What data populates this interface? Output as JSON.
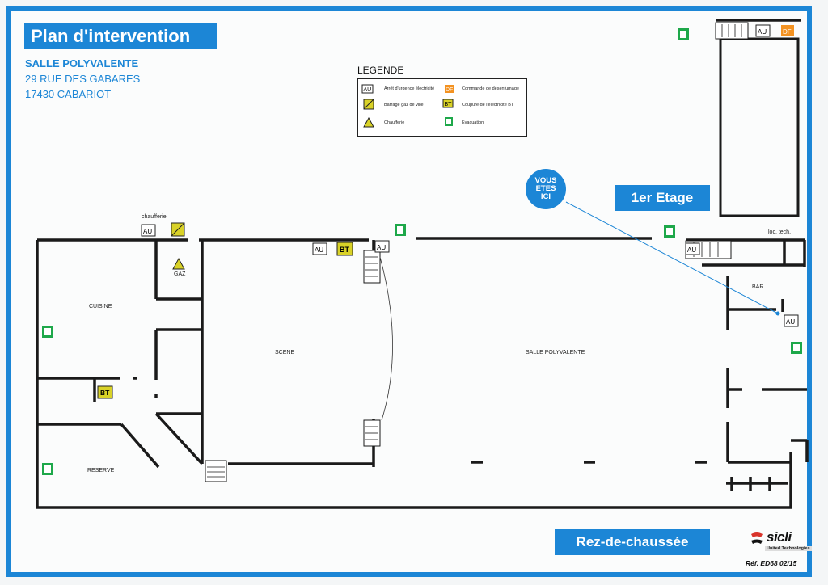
{
  "header": {
    "title": "Plan d'intervention",
    "address_line1": "SALLE POLYVALENTE",
    "address_line2": "29 RUE DES GABARES",
    "address_line3": "17430  CABARIOT"
  },
  "legend": {
    "title": "LEGENDE",
    "items": [
      {
        "icon": "au-icon",
        "label": "Arrêt d'urgence électricité"
      },
      {
        "icon": "df-icon",
        "label": "Commande de désenfumage"
      },
      {
        "icon": "gas-valve-icon",
        "label": "Barrage gaz de ville"
      },
      {
        "icon": "bt-icon",
        "label": "Coupure de l'électricité BT"
      },
      {
        "icon": "boiler-icon",
        "label": "Chaufferie"
      },
      {
        "icon": "exit-icon",
        "label": "Evacuation"
      }
    ]
  },
  "symbols": {
    "au": "AU",
    "bt": "BT",
    "df": "DF"
  },
  "labels": {
    "you_are_here": [
      "VOUS",
      "ETES",
      "ICI"
    ],
    "floor1": "1er Etage",
    "ground_floor": "Rez-de-chaussée",
    "chaufferie": "chaufferie",
    "gaz": "GAZ",
    "cuisine": "CUISINE",
    "scene": "SCENE",
    "salle": "SALLE POLYVALENTE",
    "bar": "BAR",
    "loc_tech": "loc. tech.",
    "reserve": "RESERVE"
  },
  "brand": {
    "name": "sicli",
    "sub": "United Technologies",
    "ref": "Réf. ED68 02/15"
  },
  "colors": {
    "accent_blue": "#1c86d6",
    "exit_green": "#1ea84a",
    "bt_yellow": "#d9d227",
    "df_orange": "#f39221",
    "wall": "#1a1a1a"
  }
}
